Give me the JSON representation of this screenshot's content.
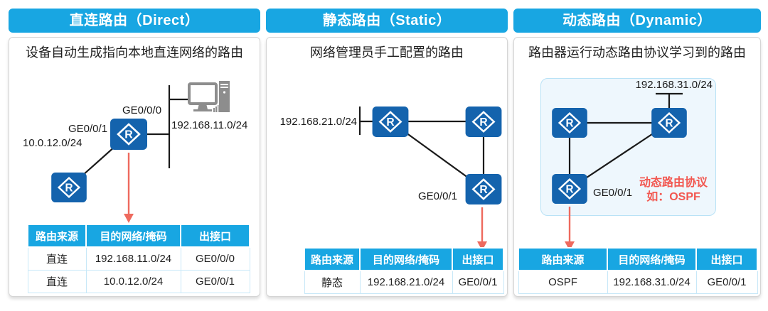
{
  "colors": {
    "accent": "#18a6e2",
    "router_blue": "#1463ad",
    "arrow_red": "#ee6a5e",
    "note_red": "#f25750",
    "line": "#1a1a1a",
    "cloud_fill": "#eef7fd",
    "cloud_border": "#b9e2f6"
  },
  "icons": {
    "router_letter": "R"
  },
  "table_headers": [
    "路由来源",
    "目的网络/掩码",
    "出接口"
  ],
  "panels": [
    {
      "title": "直连路由（Direct）",
      "description": "设备自动生成指向本地直连网络的路由",
      "labels": {
        "if_top": "GE0/0/0",
        "if_left": "GE0/0/1",
        "net_left": "10.0.12.0/24",
        "net_right": "192.168.11.0/24"
      },
      "table": {
        "rows": [
          [
            "直连",
            "192.168.11.0/24",
            "GE0/0/0"
          ],
          [
            "直连",
            "10.0.12.0/24",
            "GE0/0/1"
          ]
        ]
      }
    },
    {
      "title": "静态路由（Static）",
      "description": "网络管理员手工配置的路由",
      "labels": {
        "net_left": "192.168.21.0/24",
        "if_bottom": "GE0/0/1"
      },
      "table": {
        "rows": [
          [
            "静态",
            "192.168.21.0/24",
            "GE0/0/1"
          ]
        ]
      }
    },
    {
      "title": "动态路由（Dynamic）",
      "description": "路由器运行动态路由协议学习到的路由",
      "labels": {
        "net_top": "192.168.31.0/24",
        "if_bottom": "GE0/0/1",
        "note_line1": "动态路由协议",
        "note_line2": "如：OSPF"
      },
      "table": {
        "rows": [
          [
            "OSPF",
            "192.168.31.0/24",
            "GE0/0/1"
          ]
        ]
      }
    }
  ]
}
